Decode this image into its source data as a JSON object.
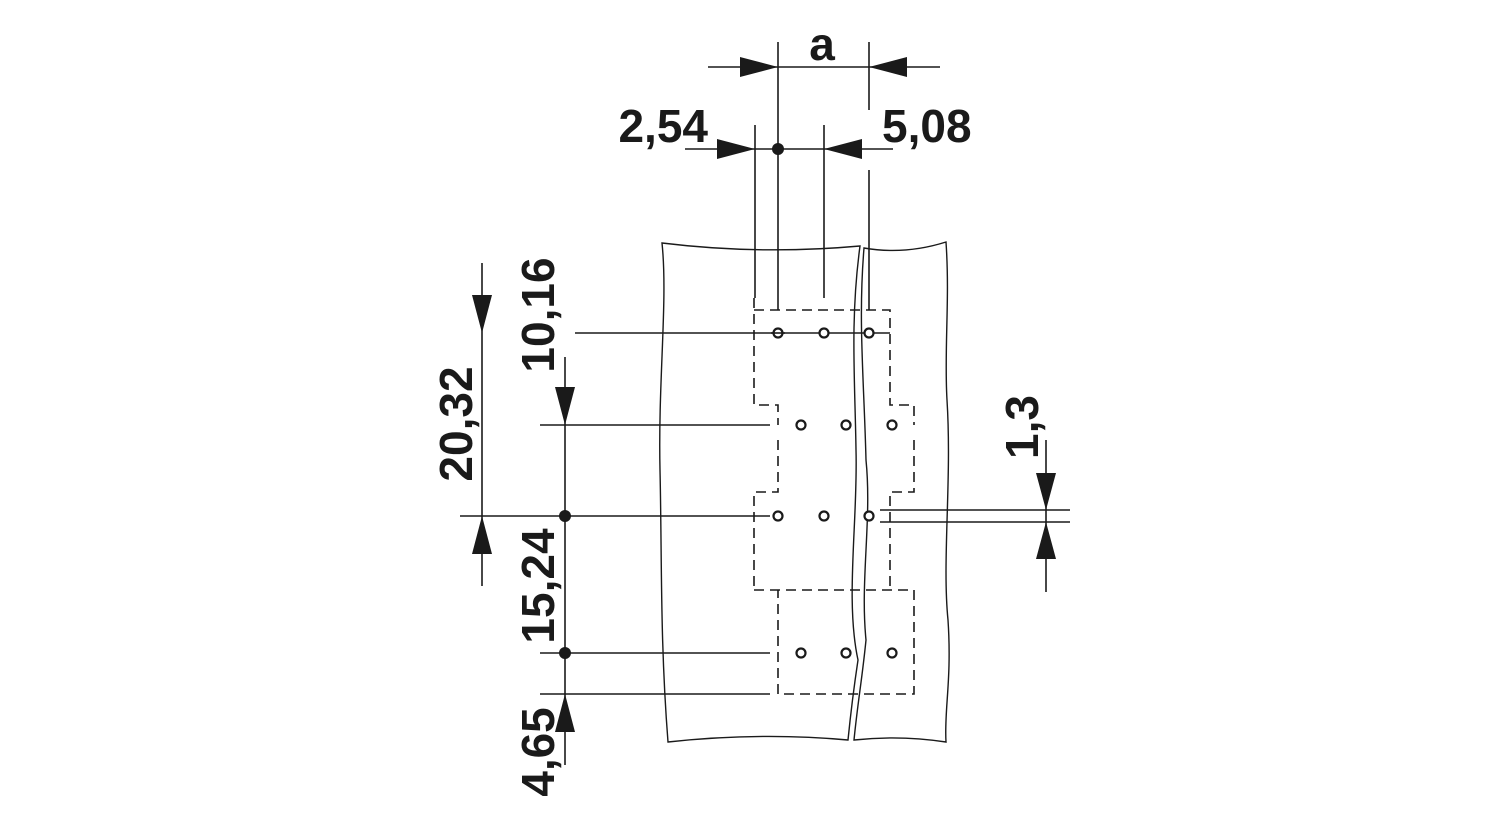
{
  "dimensions": {
    "a": "a",
    "pitch_2_54": "2,54",
    "pitch_5_08": "5,08",
    "row_10_16": "10,16",
    "row_20_32": "20,32",
    "row_15_24": "15,24",
    "edge_4_65": "4,65",
    "hole_1_3": "1,3"
  },
  "colors": {
    "line": "#1a1a1a",
    "background": "#ffffff"
  }
}
